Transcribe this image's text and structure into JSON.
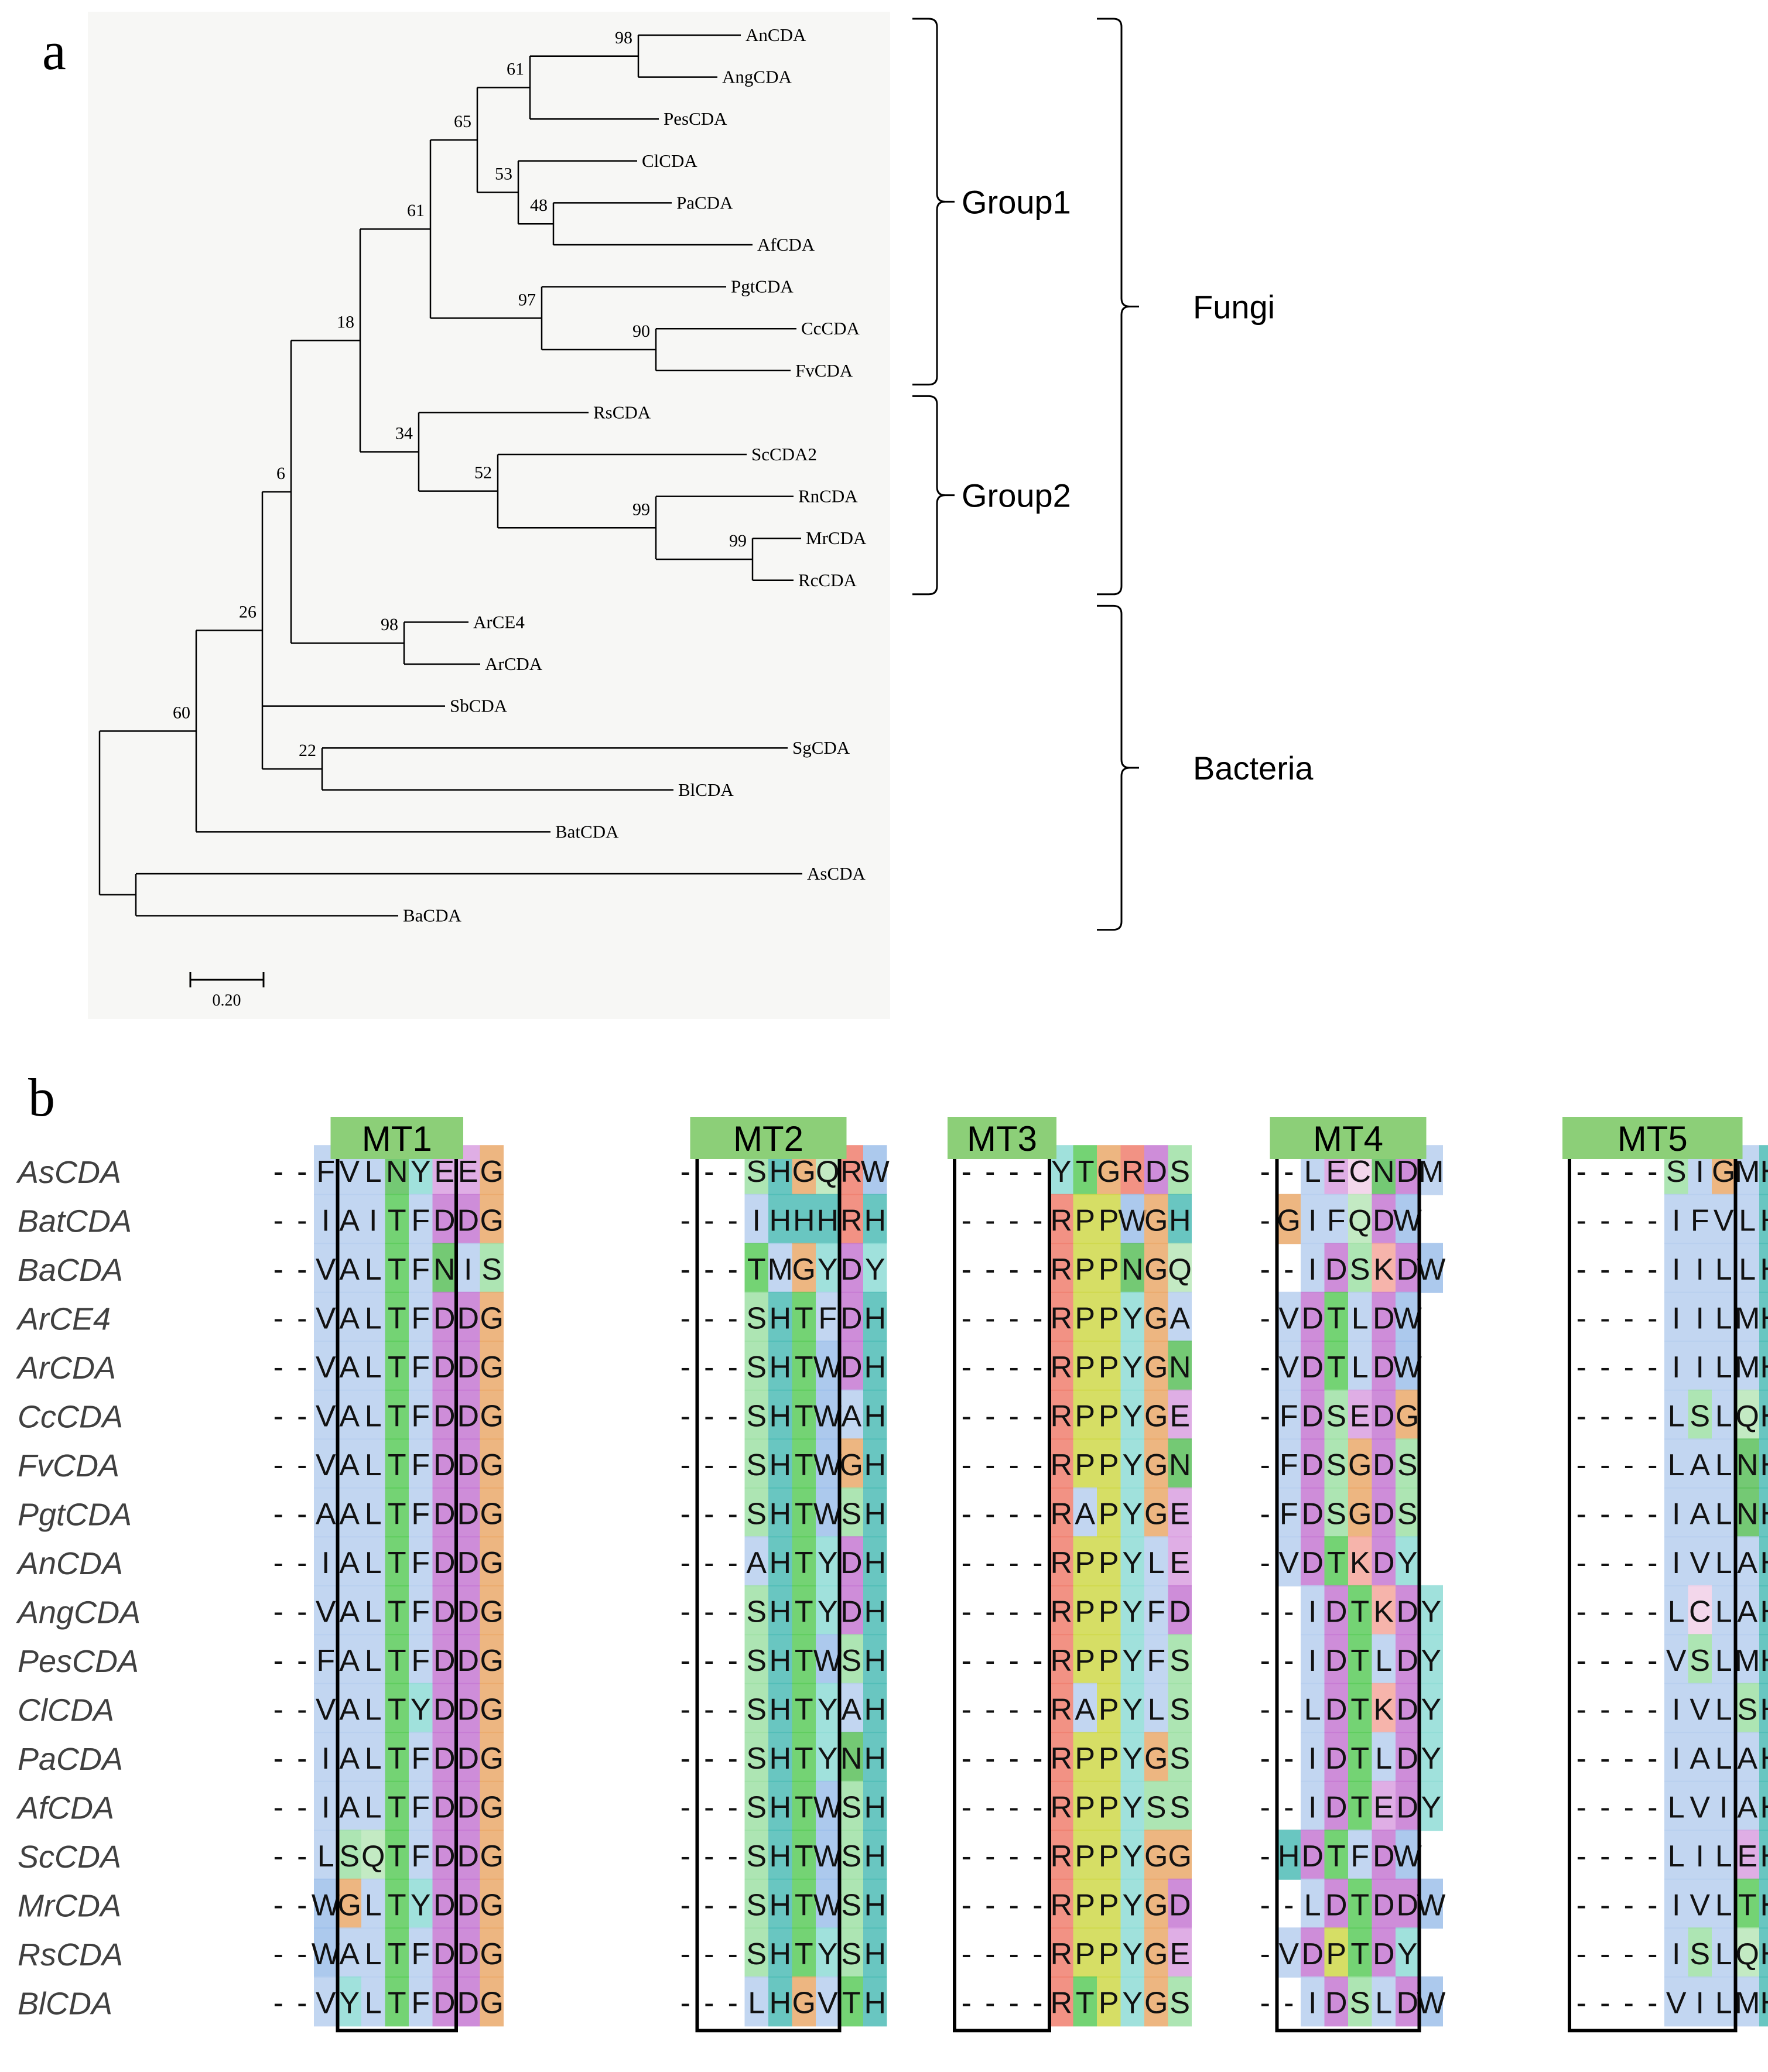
{
  "panel_a": {
    "label": "a",
    "tree": {
      "id": "root",
      "children": [
        {
          "id": "n60",
          "support": "60",
          "children": [
            {
              "id": "n26",
              "support": "26",
              "children": [
                {
                  "id": "n6",
                  "support": "6",
                  "children": [
                    {
                      "id": "n18",
                      "support": "18",
                      "children": [
                        {
                          "id": "n61b",
                          "support": "61",
                          "children": [
                            {
                              "id": "n65",
                              "support": "65",
                              "children": [
                                {
                                  "id": "n61a",
                                  "support": "61",
                                  "children": [
                                    {
                                      "id": "n98a",
                                      "support": "98",
                                      "children": [
                                        {
                                          "id": "AnCDA",
                                          "name": "AnCDA"
                                        },
                                        {
                                          "id": "AngCDA",
                                          "name": "AngCDA"
                                        }
                                      ]
                                    },
                                    {
                                      "id": "PesCDA",
                                      "name": "PesCDA"
                                    }
                                  ]
                                },
                                {
                                  "id": "n53",
                                  "support": "53",
                                  "children": [
                                    {
                                      "id": "ClCDA",
                                      "name": "ClCDA"
                                    },
                                    {
                                      "id": "n48",
                                      "support": "48",
                                      "children": [
                                        {
                                          "id": "PaCDA",
                                          "name": "PaCDA"
                                        },
                                        {
                                          "id": "AfCDA",
                                          "name": "AfCDA"
                                        }
                                      ]
                                    }
                                  ]
                                }
                              ]
                            },
                            {
                              "id": "n97",
                              "support": "97",
                              "children": [
                                {
                                  "id": "PgtCDA",
                                  "name": "PgtCDA"
                                },
                                {
                                  "id": "n90",
                                  "support": "90",
                                  "children": [
                                    {
                                      "id": "CcCDA",
                                      "name": "CcCDA"
                                    },
                                    {
                                      "id": "FvCDA",
                                      "name": "FvCDA"
                                    }
                                  ]
                                }
                              ]
                            }
                          ]
                        },
                        {
                          "id": "n34",
                          "support": "34",
                          "children": [
                            {
                              "id": "RsCDA",
                              "name": "RsCDA"
                            },
                            {
                              "id": "n52",
                              "support": "52",
                              "children": [
                                {
                                  "id": "ScCDA2",
                                  "name": "ScCDA2"
                                },
                                {
                                  "id": "n99a",
                                  "support": "99",
                                  "children": [
                                    {
                                      "id": "RnCDA",
                                      "name": "RnCDA"
                                    },
                                    {
                                      "id": "n99b",
                                      "support": "99",
                                      "children": [
                                        {
                                          "id": "MrCDA",
                                          "name": "MrCDA"
                                        },
                                        {
                                          "id": "RcCDA",
                                          "name": "RcCDA"
                                        }
                                      ]
                                    }
                                  ]
                                }
                              ]
                            }
                          ]
                        }
                      ]
                    },
                    {
                      "id": "n98b",
                      "support": "98",
                      "children": [
                        {
                          "id": "ArCE4",
                          "name": "ArCE4"
                        },
                        {
                          "id": "ArCDA",
                          "name": "ArCDA"
                        }
                      ]
                    }
                  ]
                },
                {
                  "id": "SbCDA",
                  "name": "SbCDA"
                },
                {
                  "id": "n22",
                  "support": "22",
                  "children": [
                    {
                      "id": "SgCDA",
                      "name": "SgCDA"
                    },
                    {
                      "id": "BlCDA",
                      "name": "BlCDA"
                    }
                  ]
                }
              ]
            },
            {
              "id": "BatCDA",
              "name": "BatCDA"
            }
          ]
        },
        {
          "id": "nB",
          "children": [
            {
              "id": "AsCDA",
              "name": "AsCDA"
            },
            {
              "id": "BaCDA",
              "name": "BaCDA"
            }
          ]
        }
      ]
    },
    "groups": [
      {
        "id": "group1",
        "label": "Group1",
        "from": "AnCDA",
        "to": "FvCDA"
      },
      {
        "id": "group2",
        "label": "Group2",
        "from": "RsCDA",
        "to": "RcCDA"
      },
      {
        "id": "fungi",
        "label": "Fungi",
        "from": "AnCDA",
        "to": "RcCDA"
      },
      {
        "id": "bacteria",
        "label": "Bacteria",
        "from": "ArCE4",
        "to": "BaCDA"
      }
    ],
    "scale_bar": {
      "label": "0.20"
    }
  },
  "panel_b": {
    "label": "b",
    "motifs": [
      {
        "id": "MT1",
        "label": "MT1"
      },
      {
        "id": "MT2",
        "label": "MT2"
      },
      {
        "id": "MT3",
        "label": "MT3"
      },
      {
        "id": "MT4",
        "label": "MT4"
      },
      {
        "id": "MT5",
        "label": "MT5"
      }
    ],
    "blocks": [
      {
        "id": "b1",
        "motif": "MT1",
        "box": [
          3,
          7
        ]
      },
      {
        "id": "b2",
        "motif": "MT2",
        "box": [
          1,
          6
        ]
      },
      {
        "id": "b3",
        "motif": "MT3",
        "box": [
          0,
          3
        ]
      },
      {
        "id": "b4",
        "motif": "MT4",
        "box": [
          1,
          6
        ]
      },
      {
        "id": "b5",
        "motif": "MT5",
        "box": [
          0,
          6
        ]
      }
    ],
    "rows": [
      {
        "name": "AsCDA",
        "blocks": [
          "--FVLNYEEG",
          "---SHGQRW",
          "----YTGRDS",
          "--LECNDM",
          "----SIGMHC"
        ]
      },
      {
        "name": "BatCDA",
        "blocks": [
          "--IAITFDDG",
          "---IHHHRH",
          "----RPPWGH",
          "-GIFQDW",
          "----IFVLHD"
        ]
      },
      {
        "name": "BaCDA",
        "blocks": [
          "--VALTFNIS",
          "---TMGYDY",
          "----RPPNGQ",
          "--IDSKDW",
          "----IILLHA"
        ]
      },
      {
        "name": "ArCE4",
        "blocks": [
          "--VALTFDDG",
          "---SHTFDH",
          "----RPPYGA",
          "-VDTLDW",
          "----IILMHD"
        ]
      },
      {
        "name": "ArCDA",
        "blocks": [
          "--VALTFDDG",
          "---SHTWDH",
          "----RPPYGN",
          "-VDTLDW",
          "----IILMHD"
        ]
      },
      {
        "name": "CcCDA",
        "blocks": [
          "--VALTFDDG",
          "---SHTWAH",
          "----RPPYGE",
          "-FDSEDG",
          "----LSLQHE"
        ]
      },
      {
        "name": "FvCDA",
        "blocks": [
          "--VALTFDDG",
          "---SHTWGH",
          "----RPPYGN",
          "-FDSGDS",
          "----LALNHE"
        ]
      },
      {
        "name": "PgtCDA",
        "blocks": [
          "--AALTFDDG",
          "---SHTWSH",
          "----RAPYGE",
          "-FDSGDS",
          "----IALNHE"
        ]
      },
      {
        "name": "AnCDA",
        "blocks": [
          "--IALTFDDG",
          "---AHTYDH",
          "----RPPYLE",
          "-VDTKDY",
          "----IVLAHD"
        ]
      },
      {
        "name": "AngCDA",
        "blocks": [
          "--VALTFDDG",
          "---SHTYDH",
          "----RPPYFD",
          "--IDTKDY",
          "----LCLAHD"
        ]
      },
      {
        "name": "PesCDA",
        "blocks": [
          "--FALTFDDG",
          "---SHTWSH",
          "----RPPYFS",
          "--IDTLDY",
          "----VSLMHD"
        ]
      },
      {
        "name": "ClCDA",
        "blocks": [
          "--VALTYDDG",
          "---SHTYAH",
          "----RAPYLS",
          "--LDTKDY",
          "----IVLSHD"
        ]
      },
      {
        "name": "PaCDA",
        "blocks": [
          "--IALTFDDG",
          "---SHTYNH",
          "----RPPYGS",
          "--IDTLDY",
          "----IALAHD"
        ]
      },
      {
        "name": "AfCDA",
        "blocks": [
          "--IALTFDDG",
          "---SHTWSH",
          "----RPPYSS",
          "--IDTEDY",
          "----LVIAHD"
        ]
      },
      {
        "name": "ScCDA",
        "blocks": [
          "--LSQTFDDG",
          "---SHTWSH",
          "----RPPYGG",
          "-HDTFDW",
          "----LILEHD"
        ]
      },
      {
        "name": "MrCDA",
        "blocks": [
          "--WGLTYDDG",
          "---SHTWSH",
          "----RPPYGD",
          "--LDTDDW",
          "----IVLTHE"
        ]
      },
      {
        "name": "RsCDA",
        "blocks": [
          "--WALTFDDG",
          "---SHTYSH",
          "----RPPYGE",
          "-VDPTDY",
          "----ISLQHD"
        ]
      },
      {
        "name": "BlCDA",
        "blocks": [
          "--VYLTFDDG",
          "---LHGVTH",
          "----RTPYGS",
          "--IDSLDW",
          "----VILMHD"
        ]
      }
    ]
  }
}
